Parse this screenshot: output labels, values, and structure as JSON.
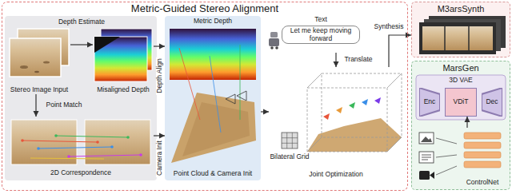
{
  "diagram": {
    "nodes": [
      {
        "text": [
          "Metric-Guided Stereo Alignment"
        ]
      },
      {
        "text": [
          "Stereo Image Input"
        ],
        "in": 0
      },
      {
        "text": [
          "Misaligned Depth"
        ],
        "in": 0
      },
      {
        "text": [
          "2D Correspondence"
        ],
        "in": 0
      },
      {
        "text": [
          "Metric Depth",
          "Point Cloud & Camera Init"
        ],
        "in": 0
      },
      {
        "text": [
          "Joint Optimization"
        ],
        "in": 0
      },
      {
        "text": [
          "Text",
          "Let me keep moving forward"
        ],
        "in": 0
      },
      {
        "text": [
          "M3arsSynth"
        ]
      },
      {
        "text": [
          "MarsGen"
        ]
      },
      {
        "text": [
          "3D VAE"
        ],
        "in": 8
      },
      {
        "text": [
          "Enc"
        ],
        "in": 9
      },
      {
        "text": [
          "VDiT"
        ],
        "in": 9
      },
      {
        "text": [
          "Dec"
        ],
        "in": 9
      },
      {
        "text": [
          "ControlNet"
        ],
        "in": 8
      }
    ],
    "edges": [
      {
        "from": 1,
        "to": 2,
        "label": "Depth Estimate",
        "arrow": "to"
      },
      {
        "from": 1,
        "to": 3,
        "label": "Point Match",
        "arrow": "to"
      },
      {
        "from": 2,
        "to": 4,
        "label": "Depth Align",
        "arrow": "to"
      },
      {
        "from": 3,
        "to": 4,
        "label": "Camera Init",
        "arrow": "to"
      },
      {
        "from": 4,
        "to": 5,
        "arrow": "to"
      },
      {
        "from": 6,
        "to": 5,
        "label": "Translate",
        "arrow": "to"
      },
      {
        "from": 5,
        "to": 7,
        "label": "Synthesis",
        "arrow": "to"
      },
      {
        "from": 13,
        "to": 11,
        "arrow": "to"
      }
    ],
    "labels": [
      "Bilateral Grid"
    ]
  }
}
